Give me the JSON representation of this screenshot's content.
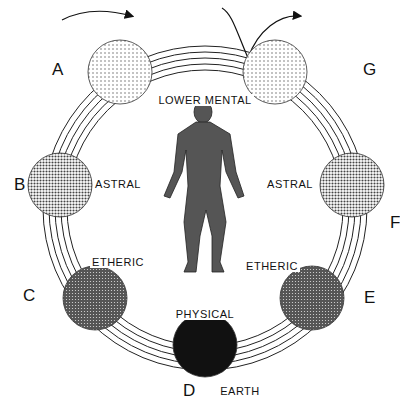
{
  "diagram": {
    "nodes": [
      {
        "text": [
          "A"
        ]
      },
      {
        "text": [
          "B"
        ]
      },
      {
        "text": [
          "C"
        ]
      },
      {
        "text": [
          "D"
        ]
      },
      {
        "text": [
          "E"
        ]
      },
      {
        "text": [
          "F"
        ]
      },
      {
        "text": [
          "G"
        ]
      }
    ],
    "labels": [
      "LOWER MENTAL",
      "ASTRAL",
      "ASTRAL",
      "ETHERIC",
      "ETHERIC",
      "PHYSICAL",
      "EARTH"
    ]
  }
}
